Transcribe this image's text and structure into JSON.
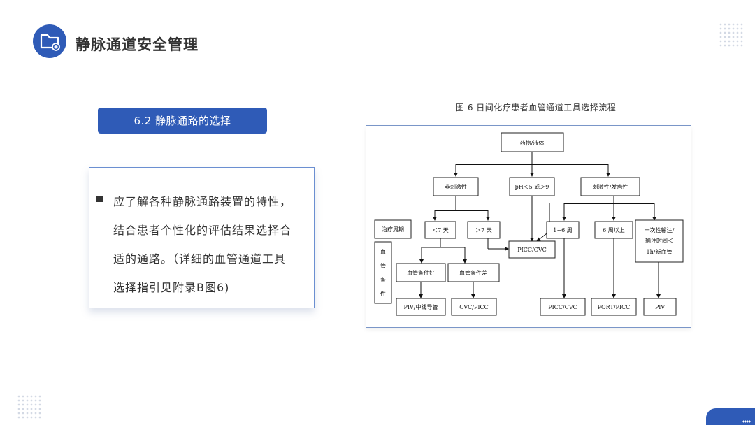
{
  "header": {
    "title": "静脉通道安全管理"
  },
  "section": {
    "tag": "6.2  静脉通路的选择"
  },
  "content": {
    "lines": [
      "应了解各种静脉通路装置的特性，",
      "结合患者个性化的评估结果选择合",
      "适的通路。（详细的血管通道工具",
      "选择指引见附录B图6)"
    ]
  },
  "figure": {
    "caption": "图 6 日间化疗患者血管通道工具选择流程",
    "nodes": {
      "drug": "药物/液体",
      "non_irritant": "非刺激性",
      "ph": "pH＜5 或＞9",
      "irritant": "刺激性/发疱性",
      "therapy_period": "治疗周期",
      "vessel_condition": "血管条件",
      "lt7": "＜7 天",
      "gt7": "＞7 天",
      "picc_cvc_mid": "PICC/CVC",
      "w1_6": "1~6 周",
      "w6plus": "6 周以上",
      "one_time": [
        "一次性输注/",
        "输注时间＜",
        "1h/新血管"
      ],
      "good": "血管条件好",
      "poor": "血管条件差",
      "piv_midline": "PIV/中线导管",
      "cvc_picc": "CVC/PICC",
      "picc_cvc_right": "PICC/CVC",
      "port_picc": "PORT/PICC",
      "piv": "PIV"
    }
  }
}
